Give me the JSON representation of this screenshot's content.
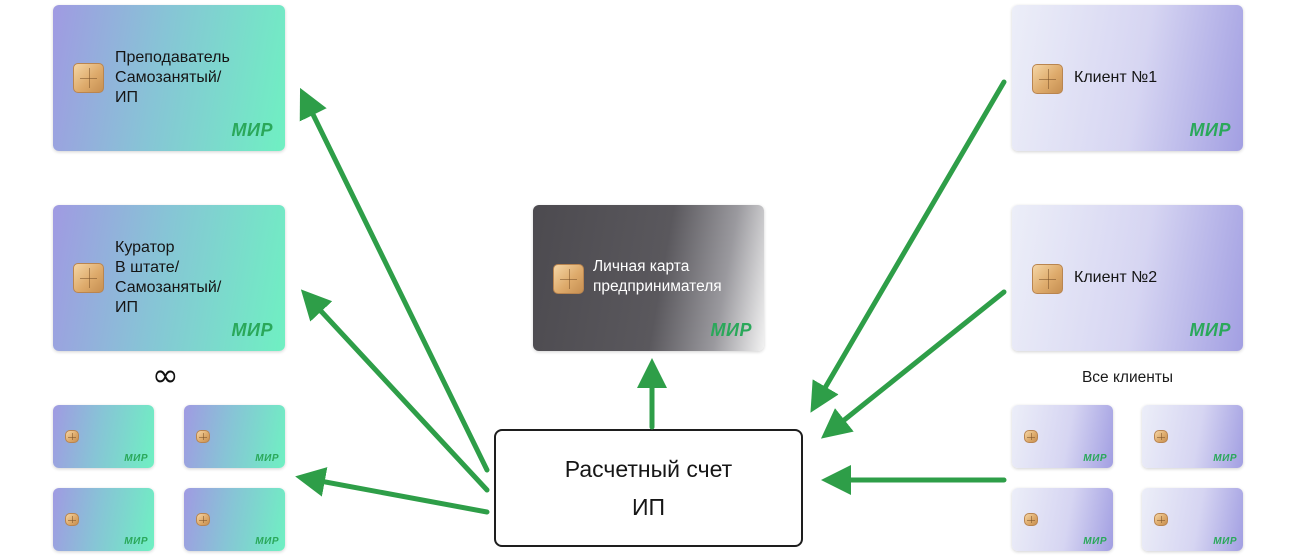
{
  "cards": {
    "teacher": {
      "label": "Преподаватель\nСамозанятый/\nИП",
      "logo": "МИР"
    },
    "curator": {
      "label": "Куратор\nВ штате/\nСамозанятый/\nИП",
      "logo": "МИР"
    },
    "personal": {
      "label": "Личная карта\nпредпринимателя",
      "logo": "МИР"
    },
    "client1": {
      "label": "Клиент №1",
      "logo": "МИР"
    },
    "client2": {
      "label": "Клиент №2",
      "logo": "МИР"
    }
  },
  "mini_logo": "МИР",
  "infinity": "∞",
  "all_clients_label": "Все клиенты",
  "account": {
    "label": "Расчетный счет\nИП"
  },
  "colors": {
    "arrow": "#2e9e48",
    "mir_logo": "#2aa85a"
  }
}
